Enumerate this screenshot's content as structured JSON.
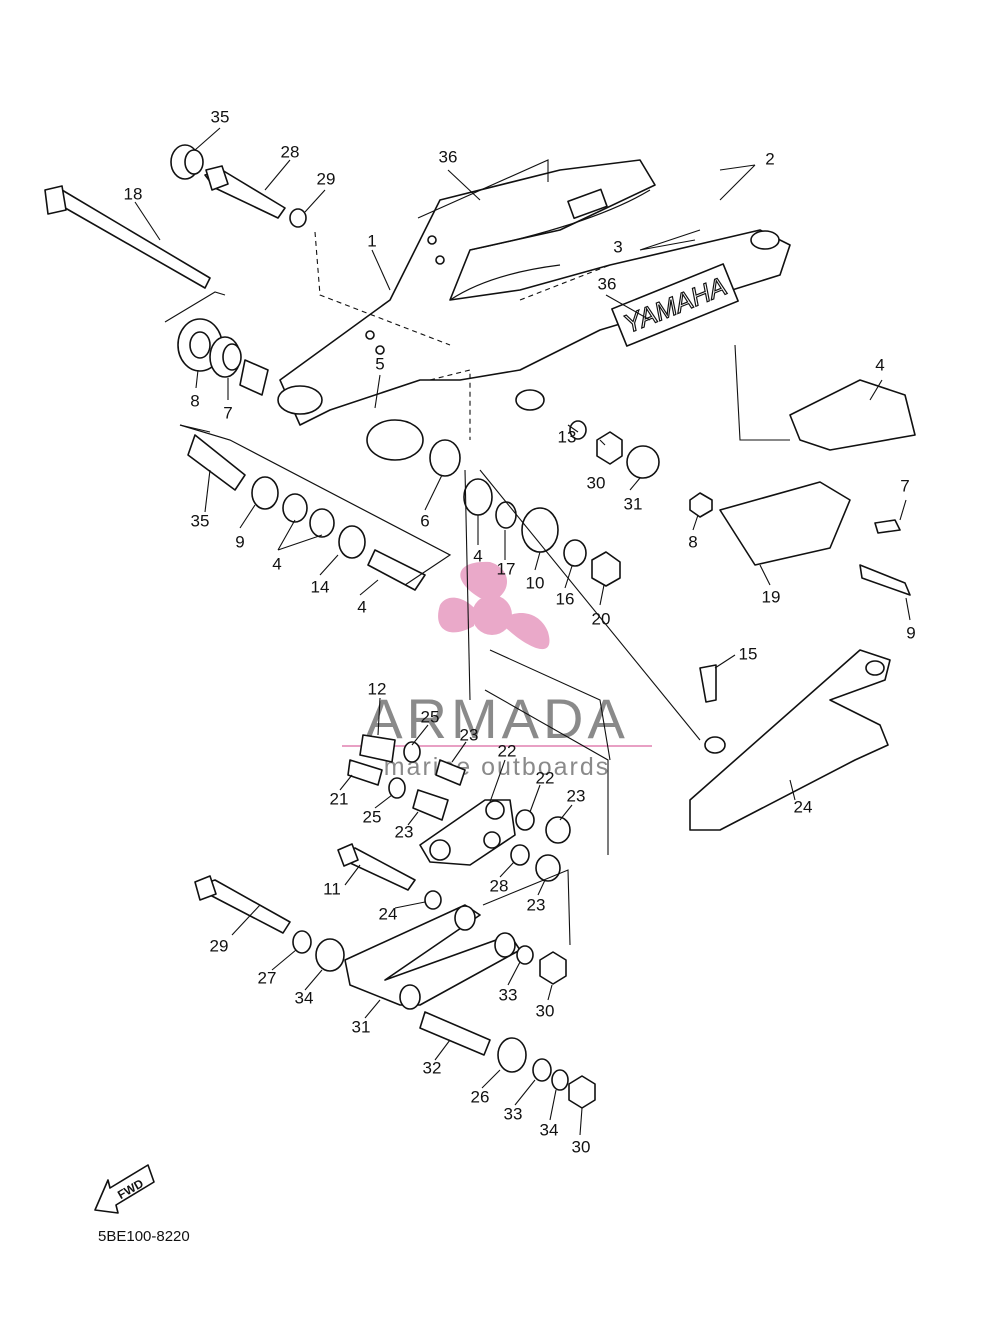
{
  "diagram": {
    "drawing_code": "5BE100-8220",
    "brand_label": "YAMAHA",
    "fwd_label": "FWD",
    "watermark": {
      "title": "ARMADA",
      "subtitle": "marine outboards",
      "accent_color": "#e8a0c4"
    },
    "callouts": [
      "35",
      "28",
      "29",
      "36",
      "2",
      "18",
      "1",
      "3",
      "36",
      "8",
      "7",
      "5",
      "4",
      "13",
      "30",
      "31",
      "35",
      "9",
      "4",
      "6",
      "4",
      "7",
      "17",
      "10",
      "8",
      "16",
      "20",
      "19",
      "14",
      "4",
      "9",
      "15",
      "12",
      "25",
      "23",
      "22",
      "21",
      "25",
      "23",
      "22",
      "23",
      "24",
      "11",
      "28",
      "23",
      "24",
      "29",
      "27",
      "34",
      "33",
      "30",
      "31",
      "32",
      "26",
      "33",
      "34",
      "30",
      "31"
    ]
  }
}
